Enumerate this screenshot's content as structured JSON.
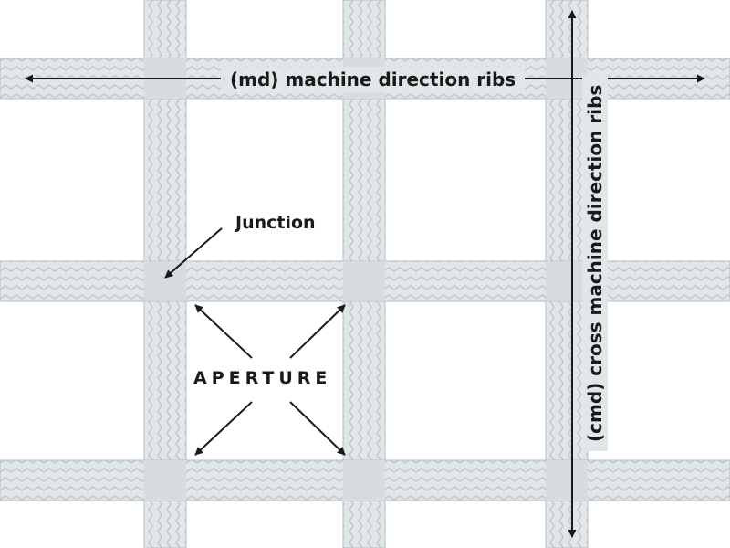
{
  "diagram": {
    "md_label": "(md) machine direction ribs",
    "cmd_label": "(cmd) cross machine direction ribs",
    "junction_label": "Junction",
    "aperture_label": "APERTURE"
  },
  "colors": {
    "background": "#ffffff",
    "rib_fill": "#e1e6e9",
    "rib_texture": "#c3cace",
    "rib_edge": "#b7bfc4",
    "arrow": "#1a1a1a",
    "text": "#1a1a1a"
  }
}
